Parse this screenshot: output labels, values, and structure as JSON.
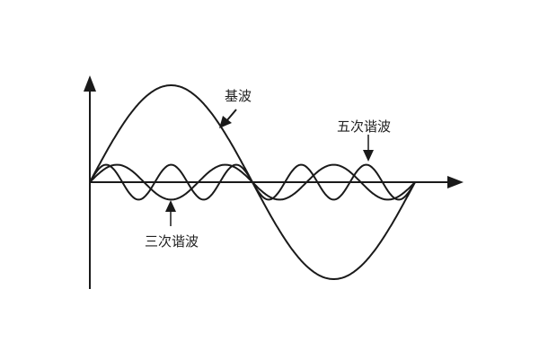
{
  "waves": [
    {
      "label": "基波",
      "harmonic": 1,
      "relative_amplitude": 1
    },
    {
      "label": "三次谐波",
      "harmonic": 3,
      "relative_amplitude": 0.18
    },
    {
      "label": "五次谐波",
      "harmonic": 5,
      "relative_amplitude": 0.18
    }
  ],
  "colors": {
    "line": "#1a1a1a",
    "background": "#ffffff"
  }
}
